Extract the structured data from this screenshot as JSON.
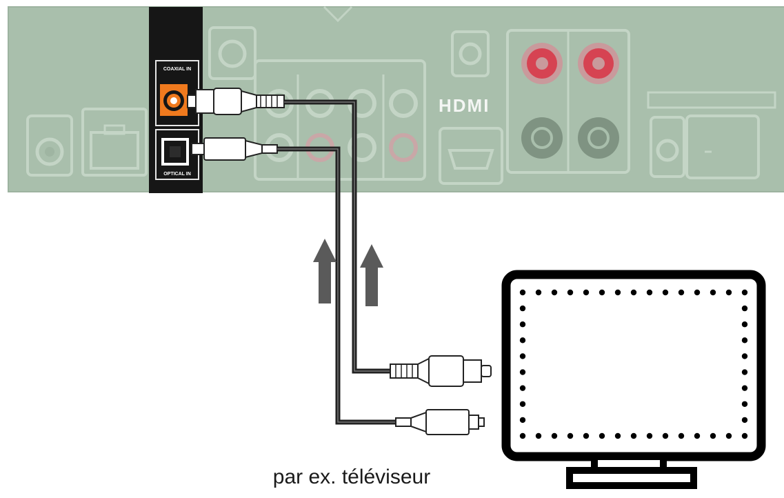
{
  "diagram": {
    "caption": "par ex. téléviseur",
    "panel_labels": {
      "coaxial_in": "COAXIAL IN",
      "optical_in": "OPTICAL IN",
      "hdmi_logo": "HDMI"
    },
    "colors": {
      "panel": "#a9bfac",
      "panel_shade": "#95ac98",
      "highlight_panel": "#161616",
      "coax_jack": "#f07a1e",
      "speaker_terminal": "#d9253a",
      "cable": "#222222",
      "arrow": "#5a5a5a",
      "tv_outline": "#000000"
    },
    "icons": [
      "coaxial-cable-icon",
      "optical-cable-icon",
      "up-arrow-icon",
      "tv-icon"
    ]
  }
}
